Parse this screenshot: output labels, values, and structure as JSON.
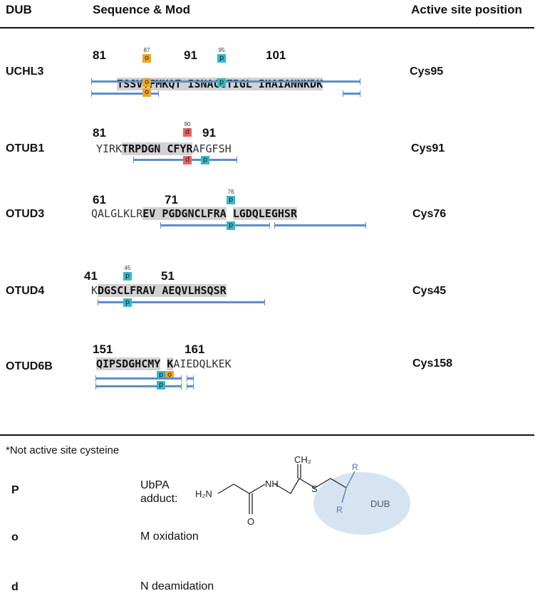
{
  "header": {
    "col1": "DUB",
    "col2": "Sequence & Mod",
    "col3": "Active site position"
  },
  "rows": [
    {
      "name": "UCHL3",
      "active": "Cys95",
      "positions": [
        "81",
        "91",
        "101"
      ],
      "seq_main": "TSSVYFMKQT ISNACGTIGL IHAIANNKDK",
      "sites": [
        "87",
        "95"
      ]
    },
    {
      "name": "OTUB1",
      "active": "Cys91",
      "positions": [
        "81",
        "91"
      ],
      "seq_pre": "YIRK",
      "seq_main": "TRPDGN CFYR",
      "seq_post": "AFGFSH",
      "sites": [
        "90"
      ]
    },
    {
      "name": "OTUD3",
      "active": "Cys76",
      "positions": [
        "61",
        "71"
      ],
      "seq_pre": "QALGLKLR",
      "seq_main": "EV PGDGNCLFRA",
      "seq_main2": "LGDQLEGHSR",
      "sites": [
        "76"
      ]
    },
    {
      "name": "OTUD4",
      "active": "Cys45",
      "positions": [
        "41",
        "51"
      ],
      "seq_pre": "K",
      "seq_main": "DGSCLFRAV AEQVLHSQSR",
      "sites": [
        "45"
      ]
    },
    {
      "name": "OTUD6B",
      "active": "Cys158",
      "positions": [
        "151",
        "161"
      ],
      "seq_main": "QIPSDGHCMY",
      "seq_main2": "K",
      "seq_post": "AIEDQLKEK",
      "sites": []
    }
  ],
  "badge_letters": {
    "o": "o",
    "p": "p",
    "d": "d"
  },
  "note": "*Not active site cysteine",
  "legend": [
    {
      "key": "P",
      "label_line1": "UbPA",
      "label_line2": "adduct:"
    },
    {
      "key": "o",
      "text": "M oxidation"
    },
    {
      "key": "d",
      "text": "N deamidation"
    }
  ],
  "structure": {
    "ch2": "CH₂",
    "nh": "NH",
    "h2n": "H₂N",
    "o": "O",
    "s": "S",
    "r1": "R",
    "r2": "R",
    "dub": "DUB"
  },
  "colors": {
    "oxidation": "#f0a526",
    "ubpa": "#3ab8c8",
    "deamidation": "#e86464",
    "coverage": "#5b8fcc",
    "highlight": "#d2d2d2",
    "dub_ellipse": "#d6e4f2"
  }
}
